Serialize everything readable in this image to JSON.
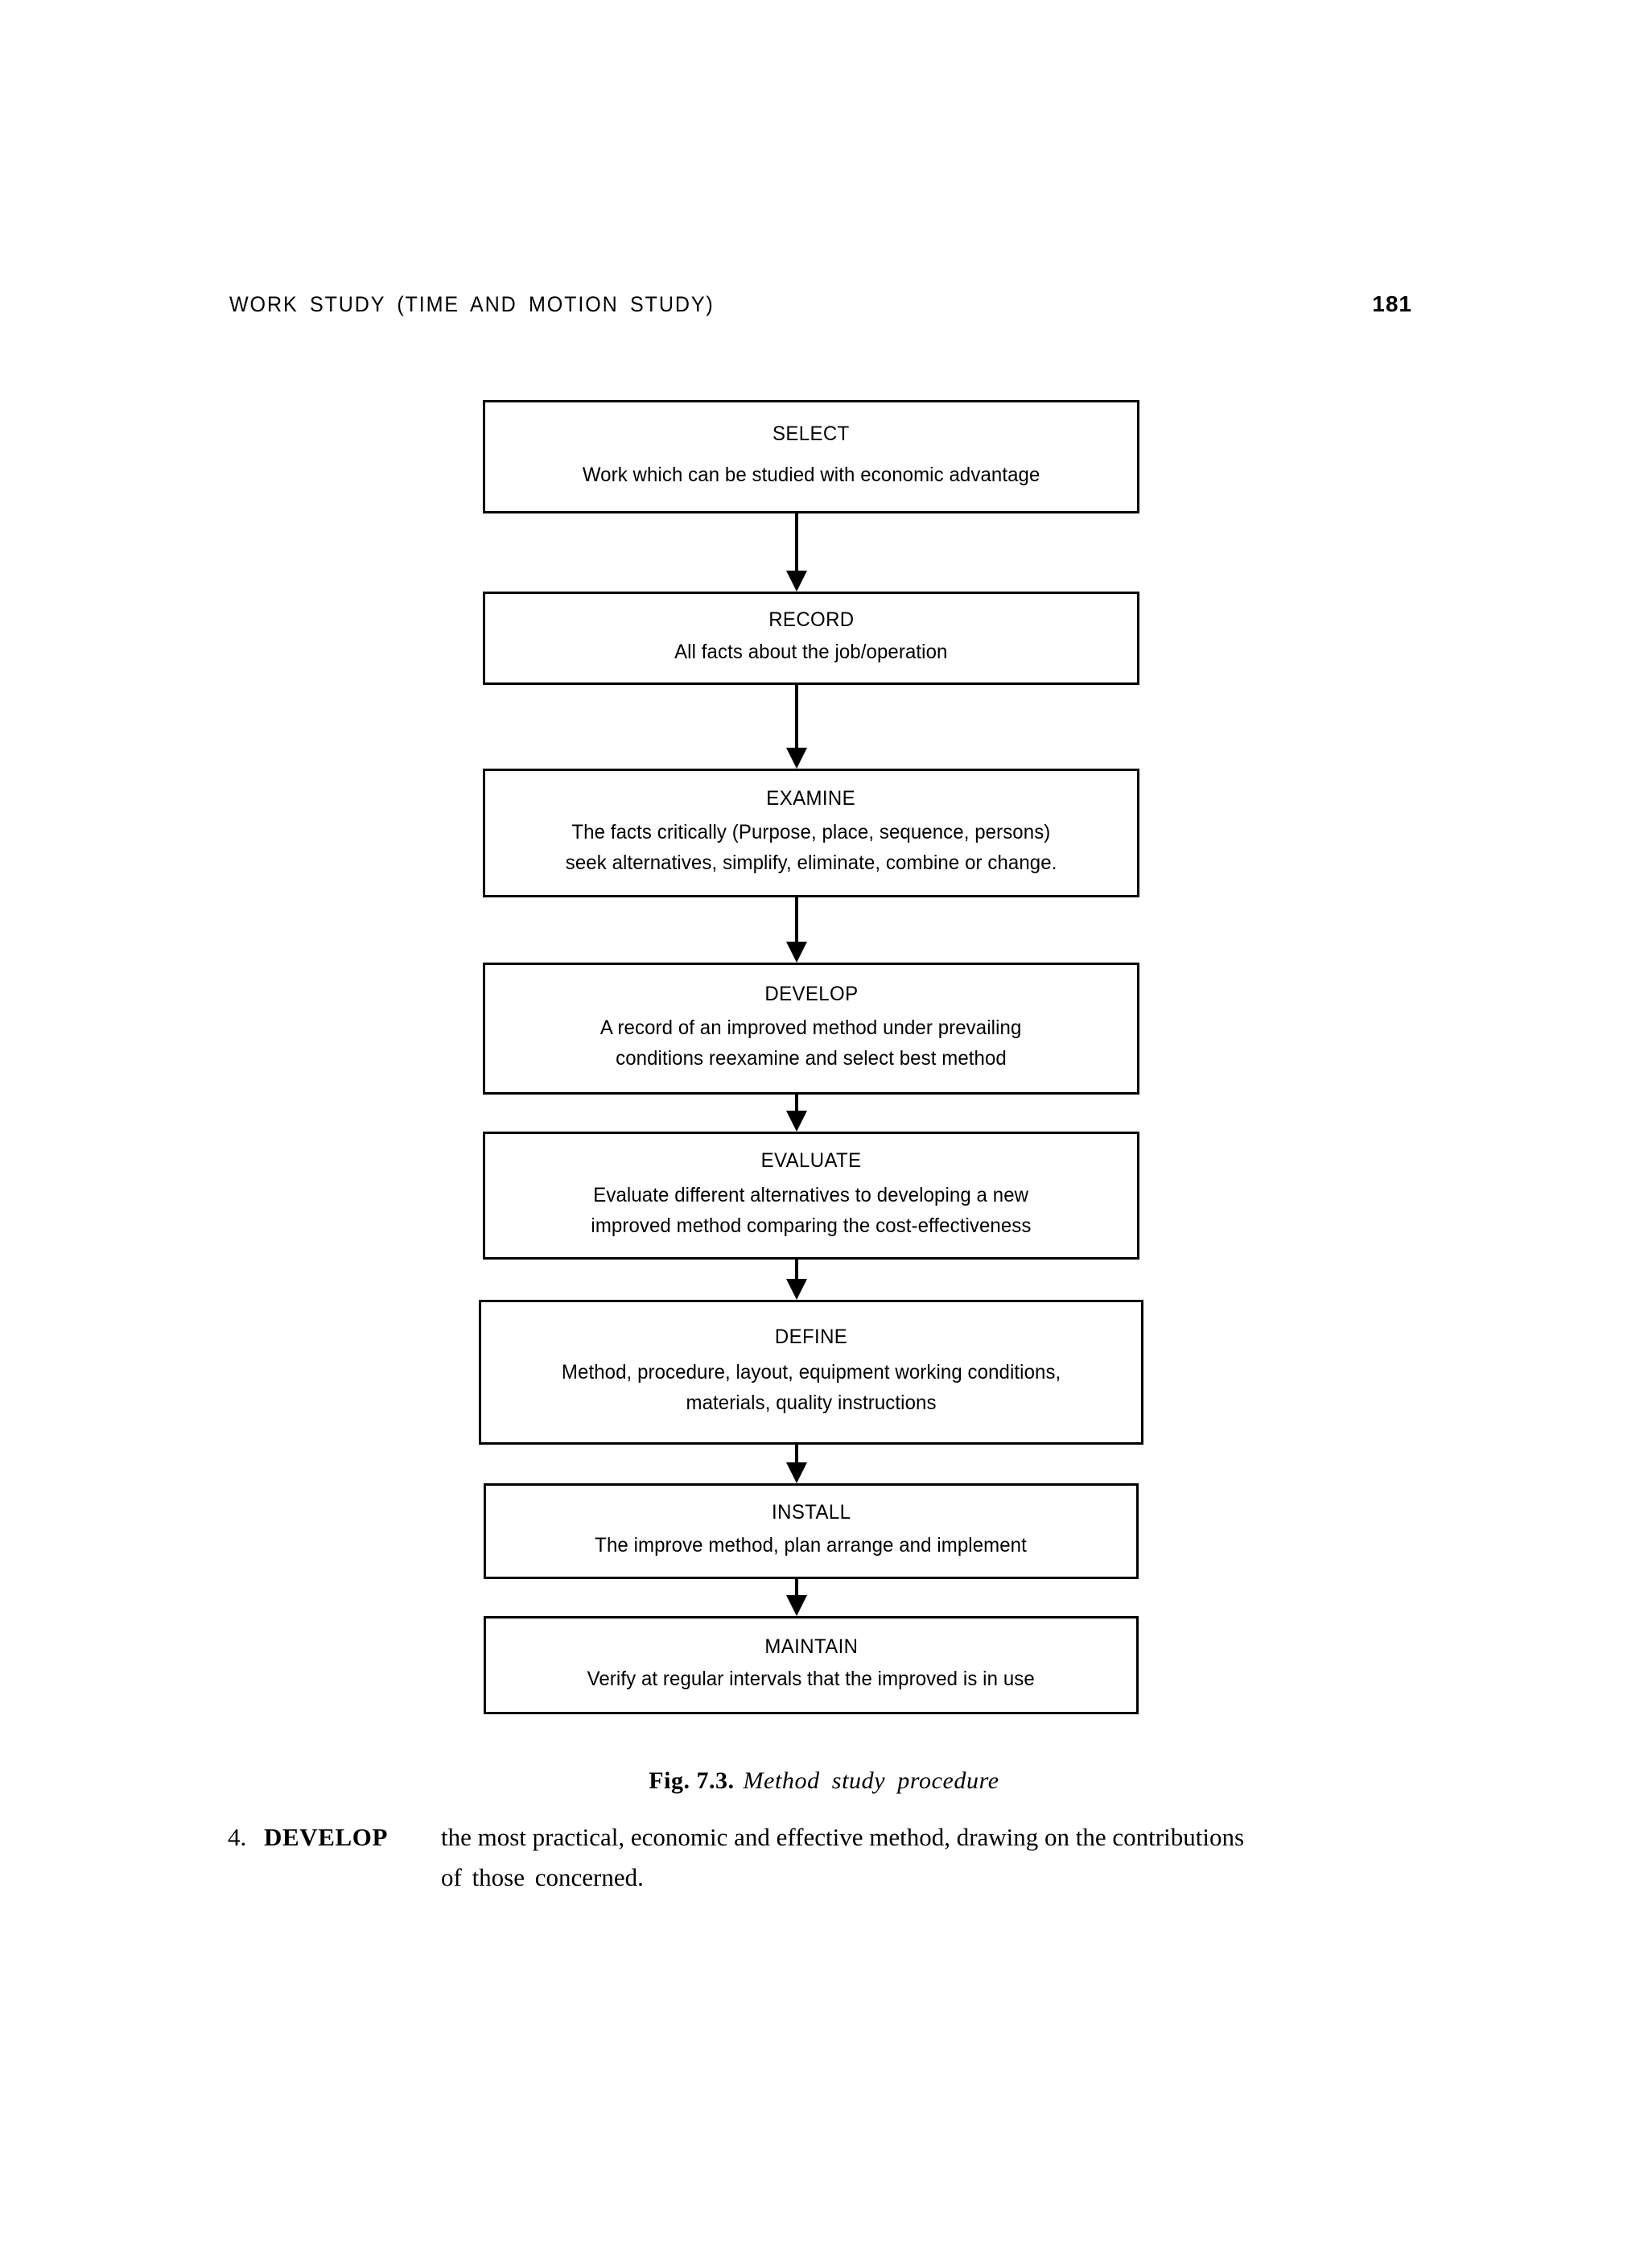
{
  "page": {
    "running_head": "WORK  STUDY  (TIME  AND  MOTION  STUDY)",
    "page_number": "181"
  },
  "figure": {
    "caption_label": "Fig. 7.3.",
    "caption_text": "Method  study  procedure",
    "nodes": [
      {
        "title": "SELECT",
        "lines": [
          "Work which can be studied with economic advantage"
        ]
      },
      {
        "title": "RECORD",
        "lines": [
          "All facts about the job/operation"
        ]
      },
      {
        "title": "EXAMINE",
        "lines": [
          "The facts critically (Purpose, place, sequence, persons)",
          "seek alternatives, simplify, eliminate, combine or change."
        ]
      },
      {
        "title": "DEVELOP",
        "lines": [
          "A record of an improved method under prevailing",
          "conditions reexamine and select best method"
        ]
      },
      {
        "title": "EVALUATE",
        "lines": [
          "Evaluate different alternatives to developing a new",
          "improved method comparing the cost-effectiveness"
        ]
      },
      {
        "title": "DEFINE",
        "lines": [
          "Method, procedure, layout, equipment working conditions,",
          "materials, quality instructions"
        ]
      },
      {
        "title": "INSTALL",
        "lines": [
          "The improve method, plan arrange and implement"
        ]
      },
      {
        "title": "MAINTAIN",
        "lines": [
          "Verify at regular intervals that the improved is in use"
        ]
      }
    ]
  },
  "body": {
    "item_number": "4.",
    "item_keyword": "DEVELOP",
    "item_text_line1": "the most practical, economic and effective method, drawing on the contributions",
    "item_text_line2": "of  those  concerned."
  },
  "colors": {
    "ink": "#000000",
    "paper": "#ffffff"
  }
}
